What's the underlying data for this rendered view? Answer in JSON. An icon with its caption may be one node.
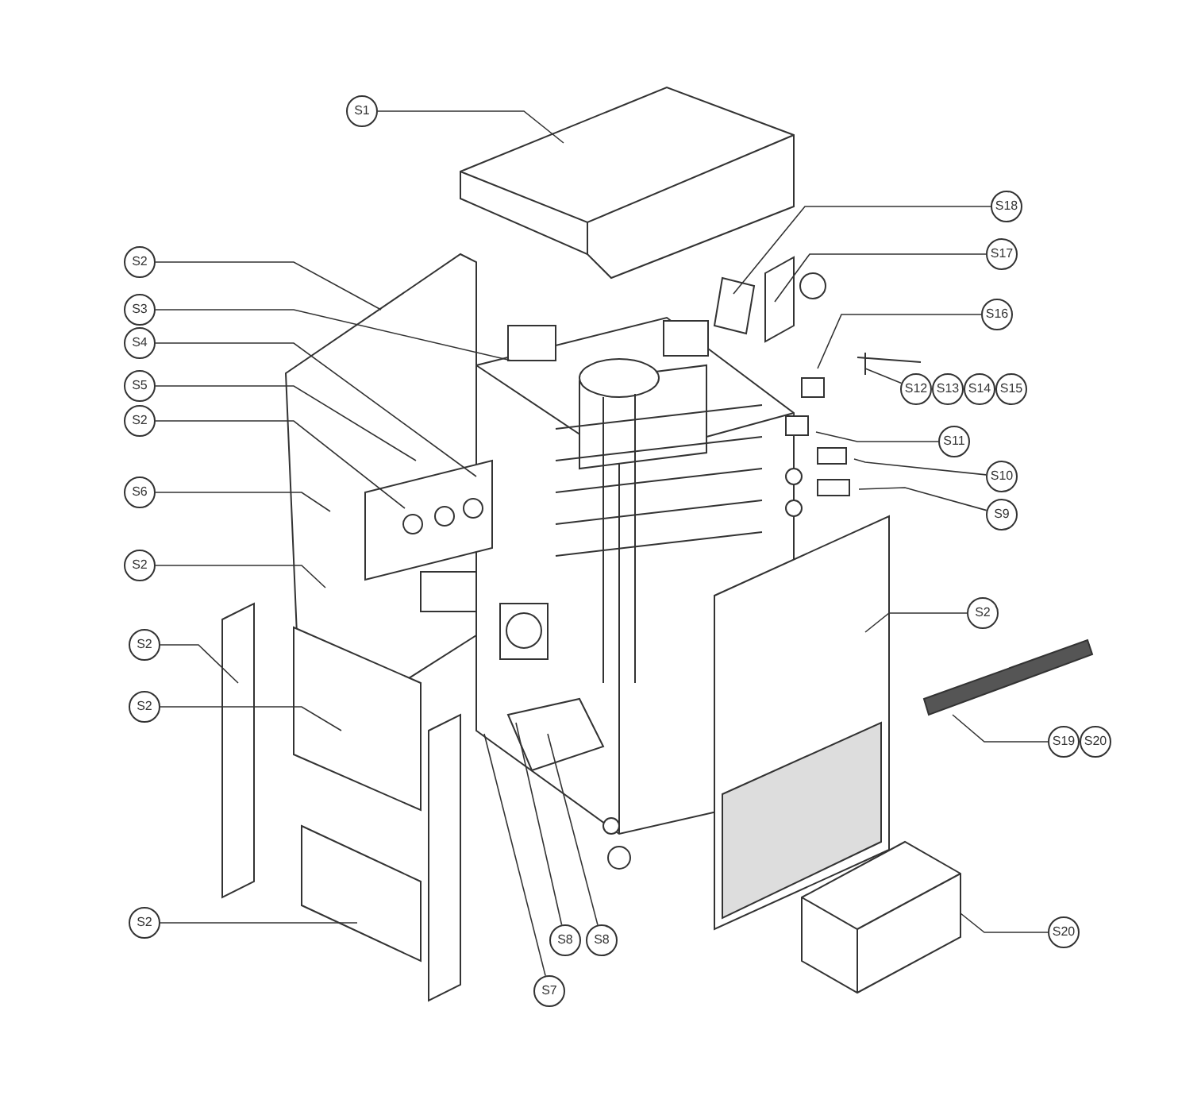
{
  "diagram": {
    "nodes": [
      {
        "text": [
          "S1"
        ]
      },
      {
        "text": [
          "S18"
        ]
      },
      {
        "text": [
          "S17"
        ]
      },
      {
        "text": [
          "S2"
        ]
      },
      {
        "text": [
          "S3"
        ]
      },
      {
        "text": [
          "S16"
        ]
      },
      {
        "text": [
          "S4"
        ]
      },
      {
        "text": [
          "S12"
        ]
      },
      {
        "text": [
          "S13"
        ]
      },
      {
        "text": [
          "S14"
        ]
      },
      {
        "text": [
          "S15"
        ]
      },
      {
        "text": [
          "S5"
        ]
      },
      {
        "text": [
          "S2"
        ]
      },
      {
        "text": [
          "S11"
        ]
      },
      {
        "text": [
          "S10"
        ]
      },
      {
        "text": [
          "S9"
        ]
      },
      {
        "text": [
          "S6"
        ]
      },
      {
        "text": [
          "S2"
        ]
      },
      {
        "text": [
          "S2"
        ]
      },
      {
        "text": [
          "S2"
        ]
      },
      {
        "text": [
          "S2"
        ]
      },
      {
        "text": [
          "S19"
        ]
      },
      {
        "text": [
          "S20"
        ]
      },
      {
        "text": [
          "S2"
        ]
      },
      {
        "text": [
          "S20"
        ]
      },
      {
        "text": [
          "S8"
        ]
      },
      {
        "text": [
          "S8"
        ]
      },
      {
        "text": [
          "S7"
        ]
      }
    ],
    "edges": [
      {
        "from": 0,
        "to": null,
        "arrow": "none"
      },
      {
        "from": 1,
        "to": null,
        "arrow": "none"
      },
      {
        "from": 2,
        "to": null,
        "arrow": "none"
      },
      {
        "from": 3,
        "to": null,
        "arrow": "none"
      },
      {
        "from": 4,
        "to": null,
        "arrow": "none"
      },
      {
        "from": 5,
        "to": null,
        "arrow": "none"
      },
      {
        "from": 6,
        "to": null,
        "arrow": "none"
      },
      {
        "from": 7,
        "to": null,
        "arrow": "none"
      },
      {
        "from": 11,
        "to": null,
        "arrow": "none"
      },
      {
        "from": 12,
        "to": null,
        "arrow": "none"
      },
      {
        "from": 13,
        "to": null,
        "arrow": "none"
      },
      {
        "from": 14,
        "to": null,
        "arrow": "none"
      },
      {
        "from": 15,
        "to": null,
        "arrow": "none"
      },
      {
        "from": 16,
        "to": null,
        "arrow": "none"
      },
      {
        "from": 17,
        "to": null,
        "arrow": "none"
      },
      {
        "from": 18,
        "to": null,
        "arrow": "none"
      },
      {
        "from": 19,
        "to": null,
        "arrow": "none"
      },
      {
        "from": 20,
        "to": null,
        "arrow": "none"
      },
      {
        "from": 21,
        "to": null,
        "arrow": "none"
      },
      {
        "from": 23,
        "to": null,
        "arrow": "none"
      },
      {
        "from": 24,
        "to": null,
        "arrow": "none"
      },
      {
        "from": 25,
        "to": null,
        "arrow": "none"
      },
      {
        "from": 26,
        "to": null,
        "arrow": "none"
      },
      {
        "from": 27,
        "to": null,
        "arrow": "none"
      }
    ]
  }
}
